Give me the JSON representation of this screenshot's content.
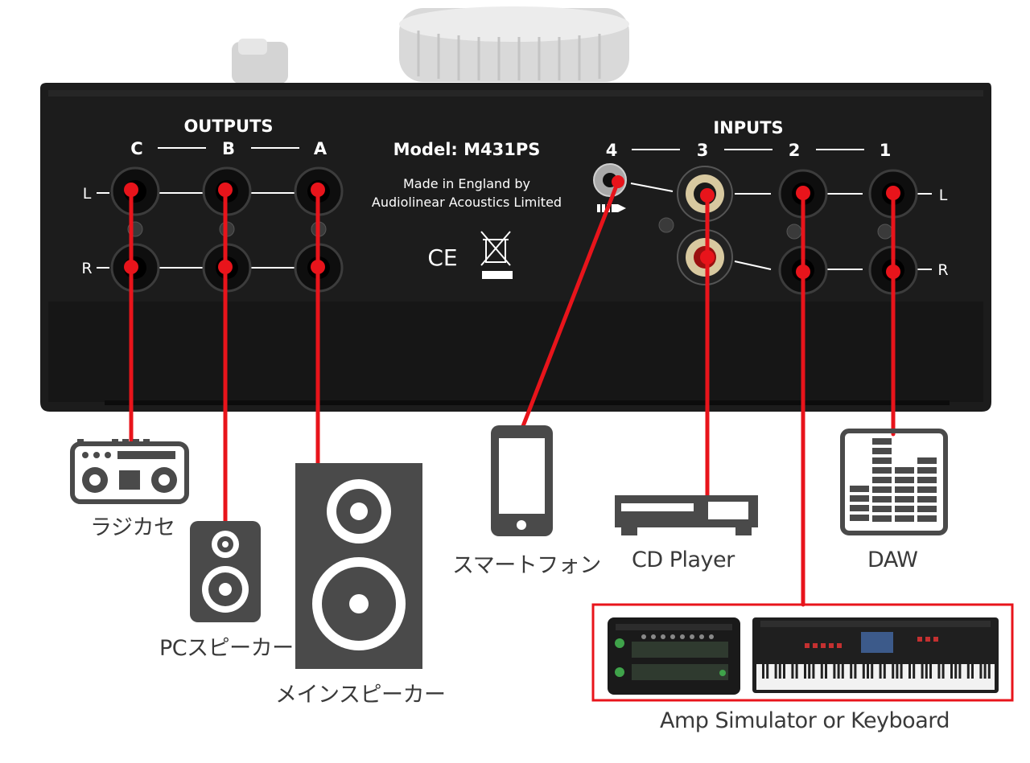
{
  "device": {
    "outputs_heading": "OUTPUTS",
    "inputs_heading": "INPUTS",
    "model": "Model: M431PS",
    "made_line1": "Made in England by",
    "made_line2": "Audiolinear Acoustics Limited",
    "ce_mark": "CE",
    "channel_left": "L",
    "channel_right": "R",
    "output_letters": [
      "C",
      "B",
      "A"
    ],
    "input_numbers": [
      "4",
      "3",
      "2",
      "1"
    ]
  },
  "devices": {
    "rajikase": "ラジカセ",
    "pc_speaker": "PCスピーカー",
    "main_speaker": "メインスピーカー",
    "smartphone": "スマートフォン",
    "cd_player": "CD Player",
    "daw": "DAW",
    "amp_keyboard": "Amp Simulator or Keyboard"
  },
  "colors": {
    "cable": "#e8141b",
    "device_body": "#1c1c1c",
    "icon": "#4a4a4a",
    "label_text": "#3a3a3a"
  }
}
